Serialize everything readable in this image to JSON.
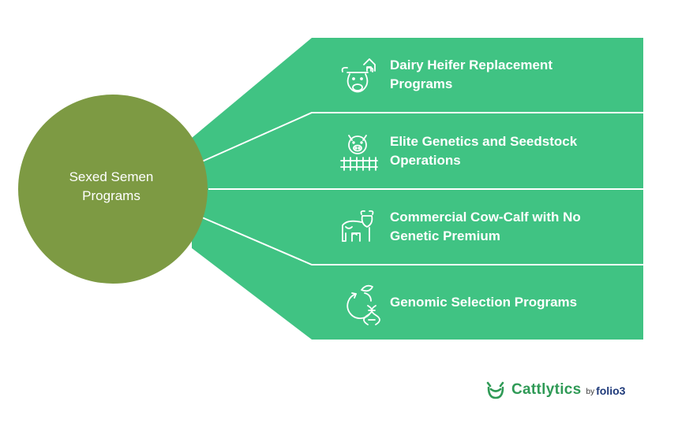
{
  "hub": {
    "label_line1": "Sexed Semen",
    "label_line2": "Programs"
  },
  "items": [
    {
      "line1": "Dairy Heifer Replacement",
      "line2": "Programs",
      "icon": "cow-barn-icon"
    },
    {
      "line1": "Elite Genetics and Seedstock",
      "line2": "Operations",
      "icon": "pig-fence-icon"
    },
    {
      "line1": "Commercial Cow-Calf with No",
      "line2": "Genetic Premium",
      "icon": "cow-calf-icon"
    },
    {
      "line1": "Genomic Selection Programs",
      "line2": "",
      "icon": "dna-cycle-icon"
    }
  ],
  "brand": {
    "name": "Cattlytics",
    "by": "by",
    "partner": "folio3"
  },
  "colors": {
    "band": "#40c383",
    "hub": "#7d9a43",
    "divider": "#ffffff",
    "brand": "#2f9a56"
  }
}
